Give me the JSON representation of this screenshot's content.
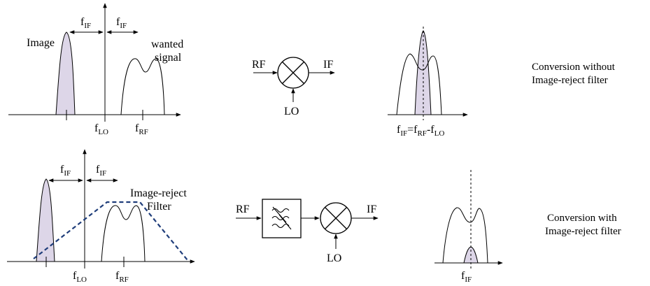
{
  "colors": {
    "stroke": "#000000",
    "image_fill": "#ddd6e8",
    "filter_dash": "#1f3d7a",
    "background": "#ffffff"
  },
  "top": {
    "image_label": "Image",
    "wanted_line1": "wanted",
    "wanted_line2": "signal",
    "fif_main": "f",
    "fif_sub": "IF",
    "flo_main": "f",
    "flo_sub": "LO",
    "frf_main": "f",
    "frf_sub": "RF",
    "mixer": {
      "rf": "RF",
      "if": "IF",
      "lo": "LO"
    },
    "result": {
      "f1": "f",
      "s1": "IF",
      "eq": "=",
      "f2": "f",
      "s2": "RF",
      "dash": "-",
      "f3": "f",
      "s3": "LO"
    },
    "caption_line1": "Conversion without",
    "caption_line2": "Image-reject filter"
  },
  "bottom": {
    "fif_main": "f",
    "fif_sub": "IF",
    "filter_line1": "Image-reject",
    "filter_line2": "Filter",
    "flo_main": "f",
    "flo_sub": "LO",
    "frf_main": "f",
    "frf_sub": "RF",
    "chain": {
      "rf": "RF",
      "if": "IF",
      "lo": "LO"
    },
    "result": {
      "f1": "f",
      "s1": "IF"
    },
    "caption_line1": "Conversion with",
    "caption_line2": "Image-reject filter"
  }
}
